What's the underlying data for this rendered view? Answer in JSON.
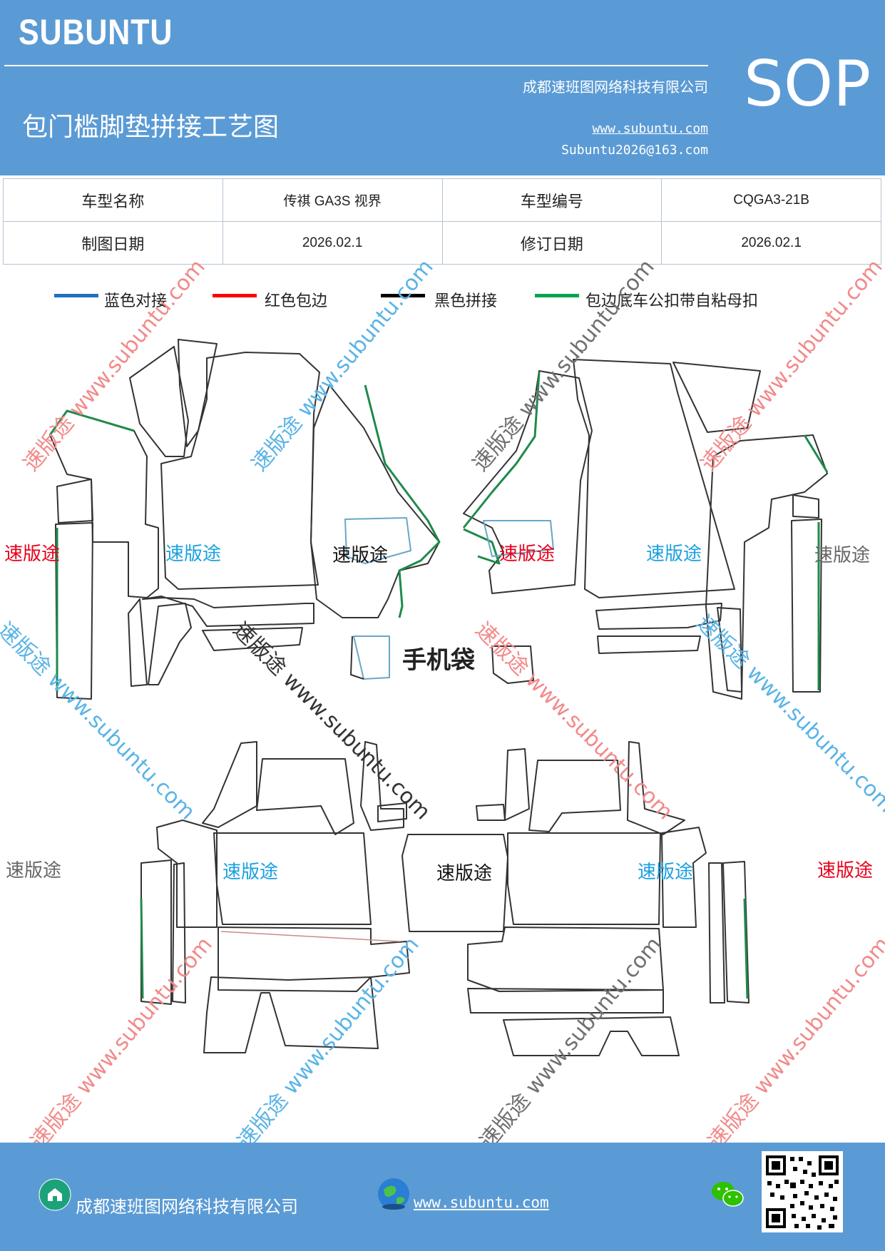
{
  "header": {
    "brand": "SUBUNTU",
    "company": "成都速班图网络科技有限公司",
    "title": "包门槛脚垫拼接工艺图",
    "website": "www.subuntu.com",
    "email": "Subuntu2026@163.com",
    "badge": "SOP"
  },
  "info_table": {
    "model_name_label": "车型名称",
    "model_name_value": "传祺 GA3S 视界",
    "model_code_label": "车型编号",
    "model_code_value": "CQGA3-21B",
    "draw_date_label": "制图日期",
    "draw_date_value": "2026.02.1",
    "revise_date_label": "修订日期",
    "revise_date_value": "2026.02.1"
  },
  "legend": [
    {
      "label": "蓝色对接",
      "color": "#1f6fbf"
    },
    {
      "label": "红色包边",
      "color": "#ff0000"
    },
    {
      "label": "黑色拼接",
      "color": "#000000"
    },
    {
      "label": "包边底车公扣带自粘母扣",
      "color": "#00a651"
    }
  ],
  "diagram": {
    "piece_label": "速版途",
    "watermark": "速版途 www.subuntu.com",
    "phone_pocket": "手机袋",
    "colors": {
      "outline": "#333333",
      "edge": "#c98a8a",
      "green": "#1f8a4c",
      "blue": "#6aa6c8"
    }
  },
  "footer": {
    "company": "成都速班图网络科技有限公司",
    "website": "www.subuntu.com "
  }
}
